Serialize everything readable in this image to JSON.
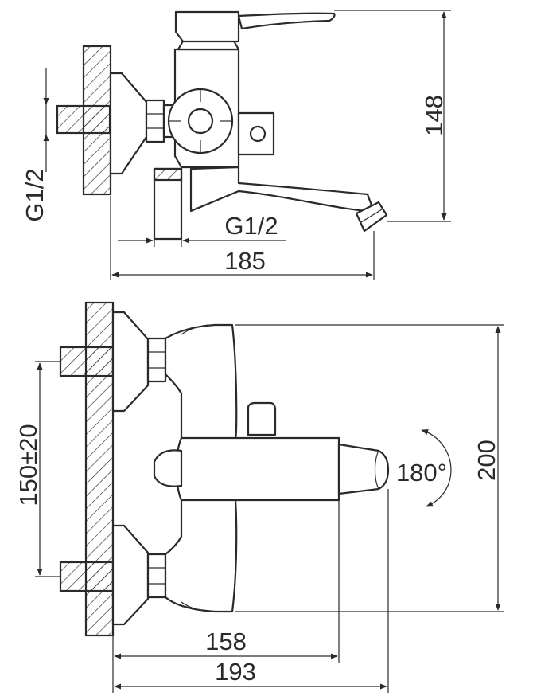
{
  "drawing": {
    "colors": {
      "line": "#2a2a2a",
      "background": "#ffffff"
    },
    "side_view": {
      "dim_height": "148",
      "dim_width": "185",
      "thread_wall": "G1/2",
      "thread_outlet": "G1/2"
    },
    "front_view": {
      "dim_inlet_spacing": "150±20",
      "dim_height": "200",
      "dim_lever_depth": "158",
      "dim_total_depth": "193",
      "rotation_angle": "180°"
    }
  }
}
